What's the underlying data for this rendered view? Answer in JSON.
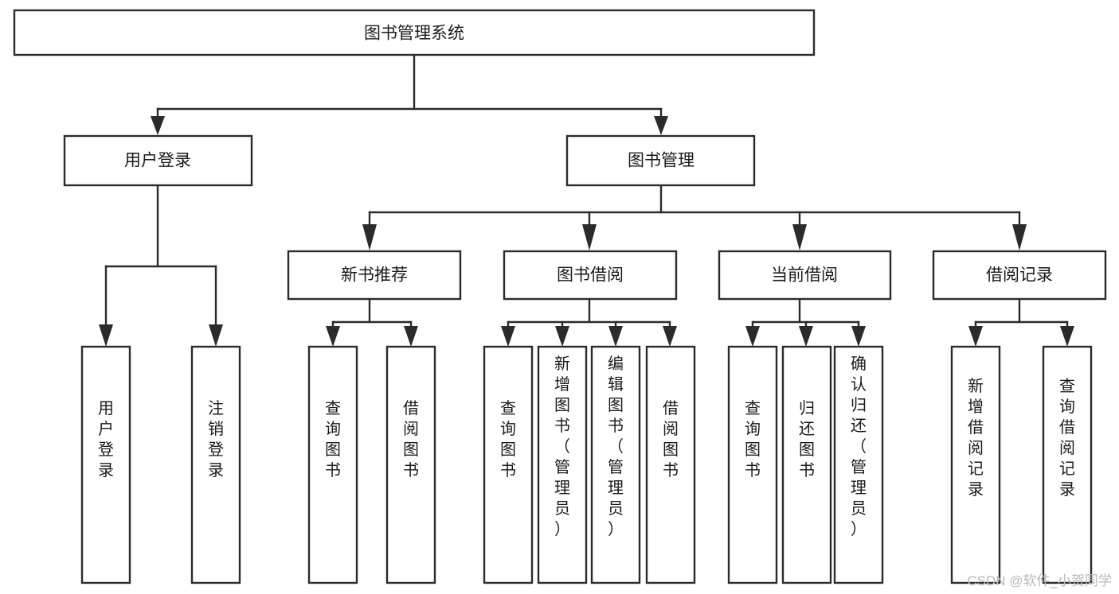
{
  "diagram": {
    "type": "tree-hierarchy-flowchart",
    "title": "图书管理系统",
    "watermark": "CSDN @软件_小贺同学",
    "levels": {
      "root": {
        "label": "图书管理系统"
      },
      "level2": [
        {
          "id": "user-login",
          "label": "用户登录"
        },
        {
          "id": "book-management",
          "label": "图书管理"
        }
      ],
      "level3": [
        {
          "id": "new-book-recommend",
          "label": "新书推荐",
          "parent": "book-management"
        },
        {
          "id": "book-borrow",
          "label": "图书借阅",
          "parent": "book-management"
        },
        {
          "id": "current-borrow",
          "label": "当前借阅",
          "parent": "book-management"
        },
        {
          "id": "borrow-record",
          "label": "借阅记录",
          "parent": "book-management"
        }
      ],
      "leaves": [
        {
          "id": "leaf-user-login",
          "label": "用户登录",
          "parent": "user-login"
        },
        {
          "id": "leaf-logout",
          "label": "注销登录",
          "parent": "user-login"
        },
        {
          "id": "leaf-query-book-rec",
          "label": "查询图书",
          "parent": "new-book-recommend"
        },
        {
          "id": "leaf-borrow-book-rec",
          "label": "借阅图书",
          "parent": "new-book-recommend"
        },
        {
          "id": "leaf-query-book-bor",
          "label": "查询图书",
          "parent": "book-borrow"
        },
        {
          "id": "leaf-add-book",
          "label": "新增图书（管理员）",
          "parent": "book-borrow"
        },
        {
          "id": "leaf-edit-book",
          "label": "编辑图书（管理员）",
          "parent": "book-borrow"
        },
        {
          "id": "leaf-borrow-book",
          "label": "借阅图书",
          "parent": "book-borrow"
        },
        {
          "id": "leaf-query-book-cur",
          "label": "查询图书",
          "parent": "current-borrow"
        },
        {
          "id": "leaf-return-book",
          "label": "归还图书",
          "parent": "current-borrow"
        },
        {
          "id": "leaf-confirm-return",
          "label": "确认归还（管理员）",
          "parent": "current-borrow"
        },
        {
          "id": "leaf-add-record",
          "label": "新增借阅记录",
          "parent": "borrow-record"
        },
        {
          "id": "leaf-query-record",
          "label": "查询借阅记录",
          "parent": "borrow-record"
        }
      ]
    },
    "colors": {
      "stroke": "#2b2b2b",
      "fill": "#ffffff",
      "text": "#1a1a1a",
      "watermark": "#b9b9b9"
    }
  }
}
